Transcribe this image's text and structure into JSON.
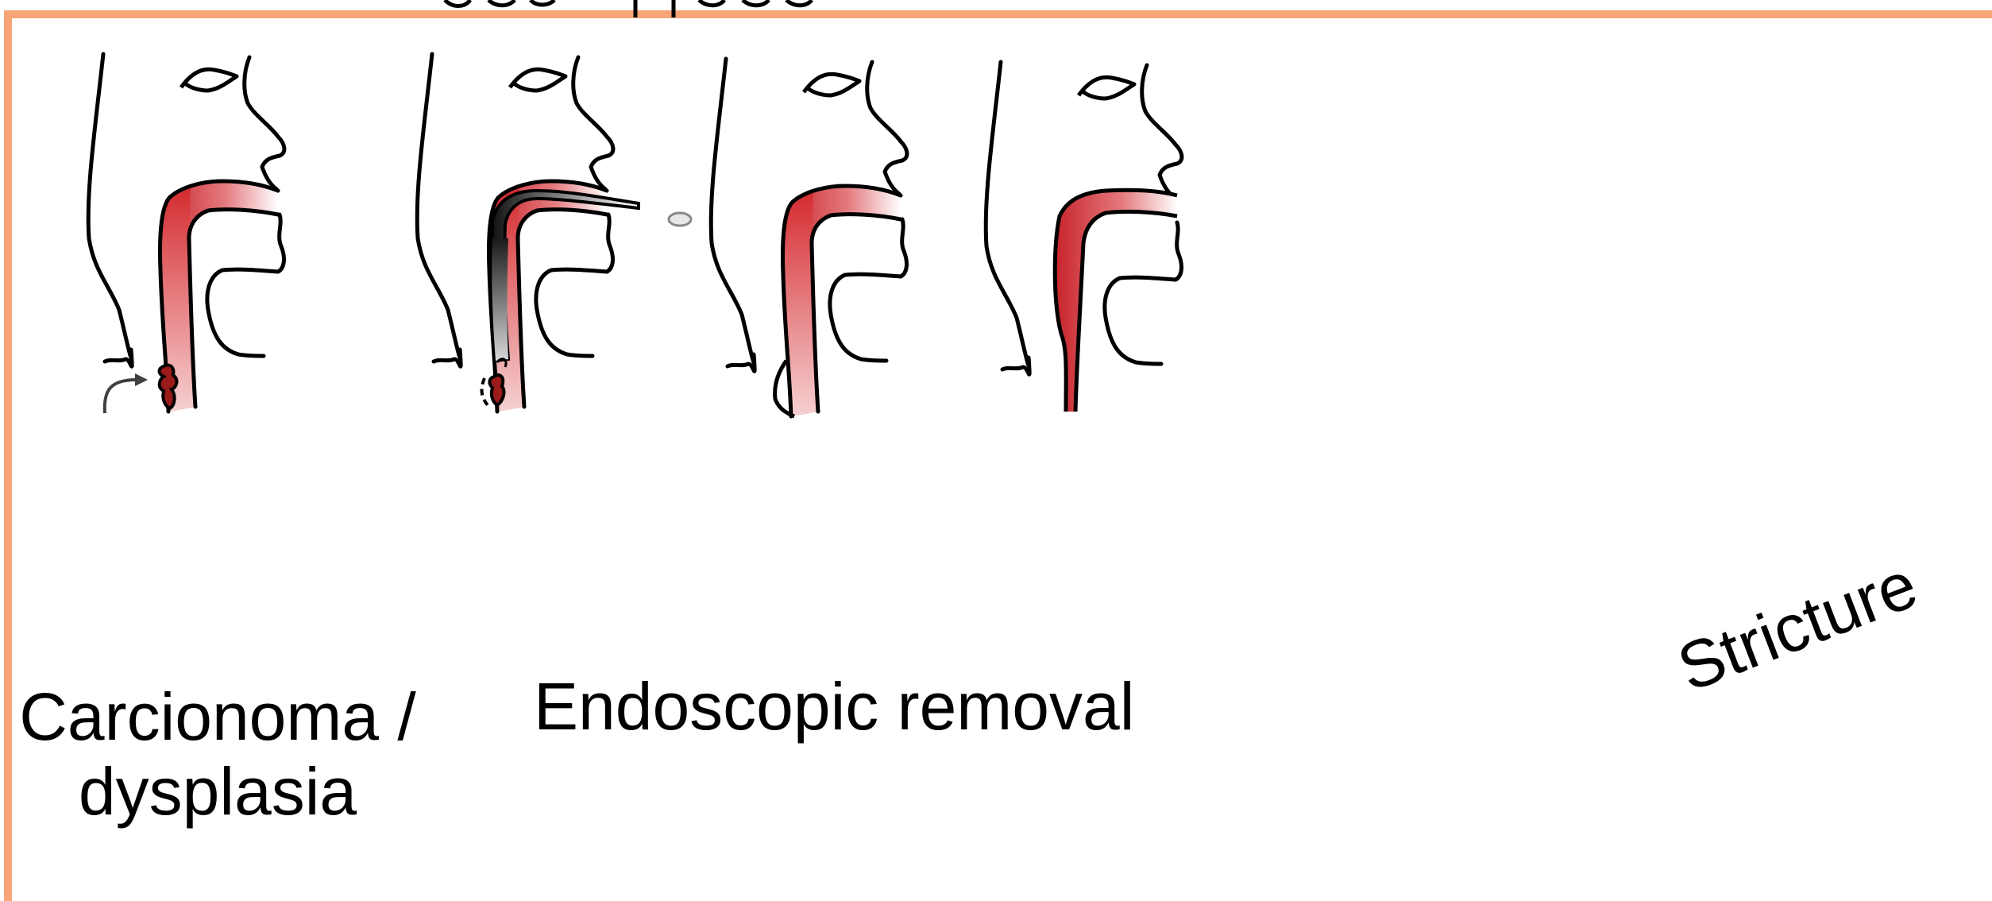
{
  "colors": {
    "frame": "#F7A476",
    "outline": "#000000",
    "tract_fill": "#D42A2E",
    "lesion_fill": "#9B1B1B",
    "endoscope_fill": "#222222",
    "arrow": "#404040"
  },
  "icons": [
    "carcinoma-lesion-icon",
    "curved-arrow-icon",
    "endoscope-icon",
    "lesion-fragment-icon"
  ],
  "panels": [
    {
      "label": "Carcionoma /\ndysplasia"
    },
    {
      "label": "Endoscopic removal"
    },
    {
      "label": ""
    },
    {
      "label": "Stricture"
    }
  ]
}
